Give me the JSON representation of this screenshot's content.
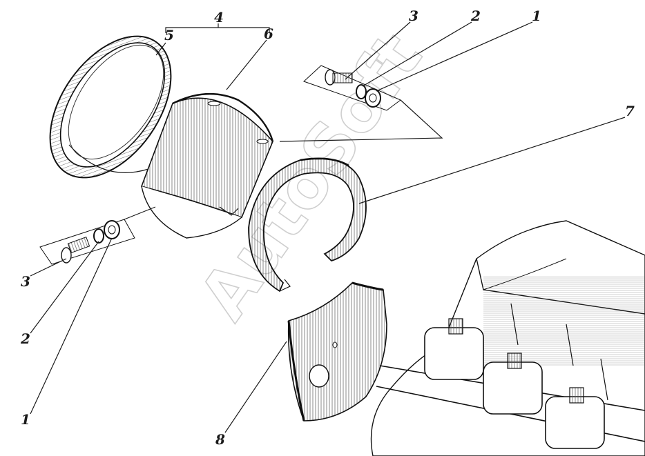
{
  "callouts": {
    "c1_top": "1",
    "c2_top": "2",
    "c3_top": "3",
    "c4": "4",
    "c5": "5",
    "c6": "6",
    "c7": "7",
    "c3_left": "3",
    "c2_left": "2",
    "c1_left": "1",
    "c8": "8"
  },
  "watermark": "AutoSoft"
}
